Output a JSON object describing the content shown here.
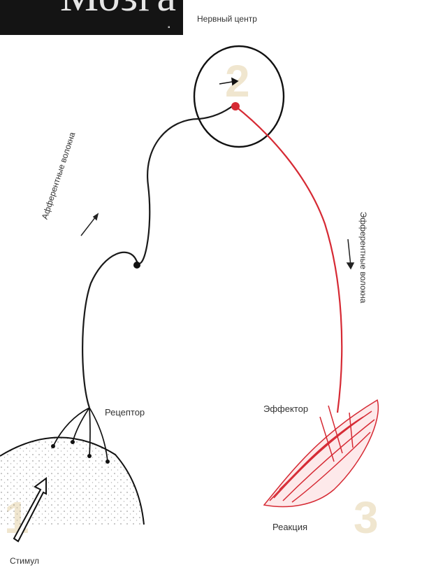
{
  "header": {
    "title": "Мозга"
  },
  "labels": {
    "nerve_center": "Нервный центр",
    "afferent_path": "Афферентные волокна",
    "efferent_path": "Эфферентные волокна",
    "receptor": "Рецептор",
    "effector": "Эффектор",
    "reaction": "Реакция",
    "stimulus": "Стимул"
  },
  "stages": [
    "1",
    "2",
    "3"
  ],
  "colors": {
    "afferent": "#1a1a1a",
    "efferent": "#d62a34",
    "stage_numbers": "#f0e6cf",
    "title_bg": "#141414"
  }
}
